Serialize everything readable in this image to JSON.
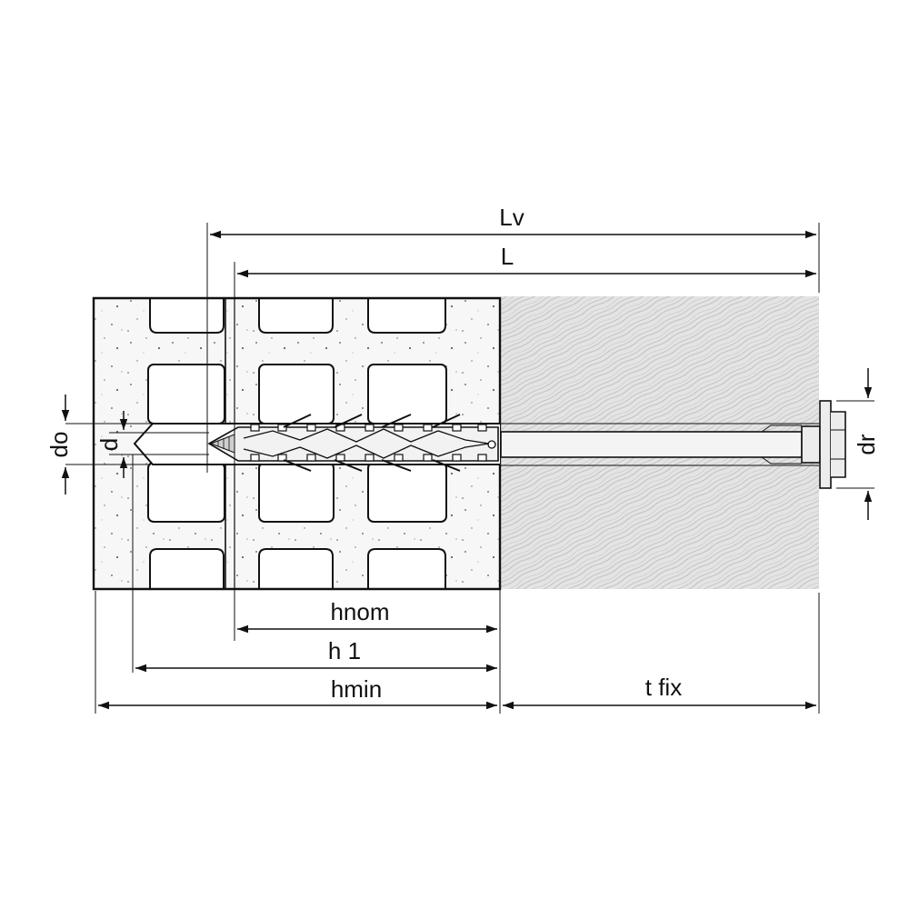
{
  "labels": {
    "Lv": "Lv",
    "L": "L",
    "hnom": "hnom",
    "h1": "h 1",
    "hmin": "hmin",
    "tfix": "t fix",
    "do": "do",
    "d": "d",
    "dr": "dr"
  },
  "colors": {
    "line": "#111111",
    "masonry_fill": "#f7f7f7",
    "fixture_fill": "#d9d9d9",
    "fixture_grain": "#bdbdbd",
    "anchor_fill": "#f2f2f2"
  },
  "icons": {
    "arrow": "arrowhead"
  }
}
